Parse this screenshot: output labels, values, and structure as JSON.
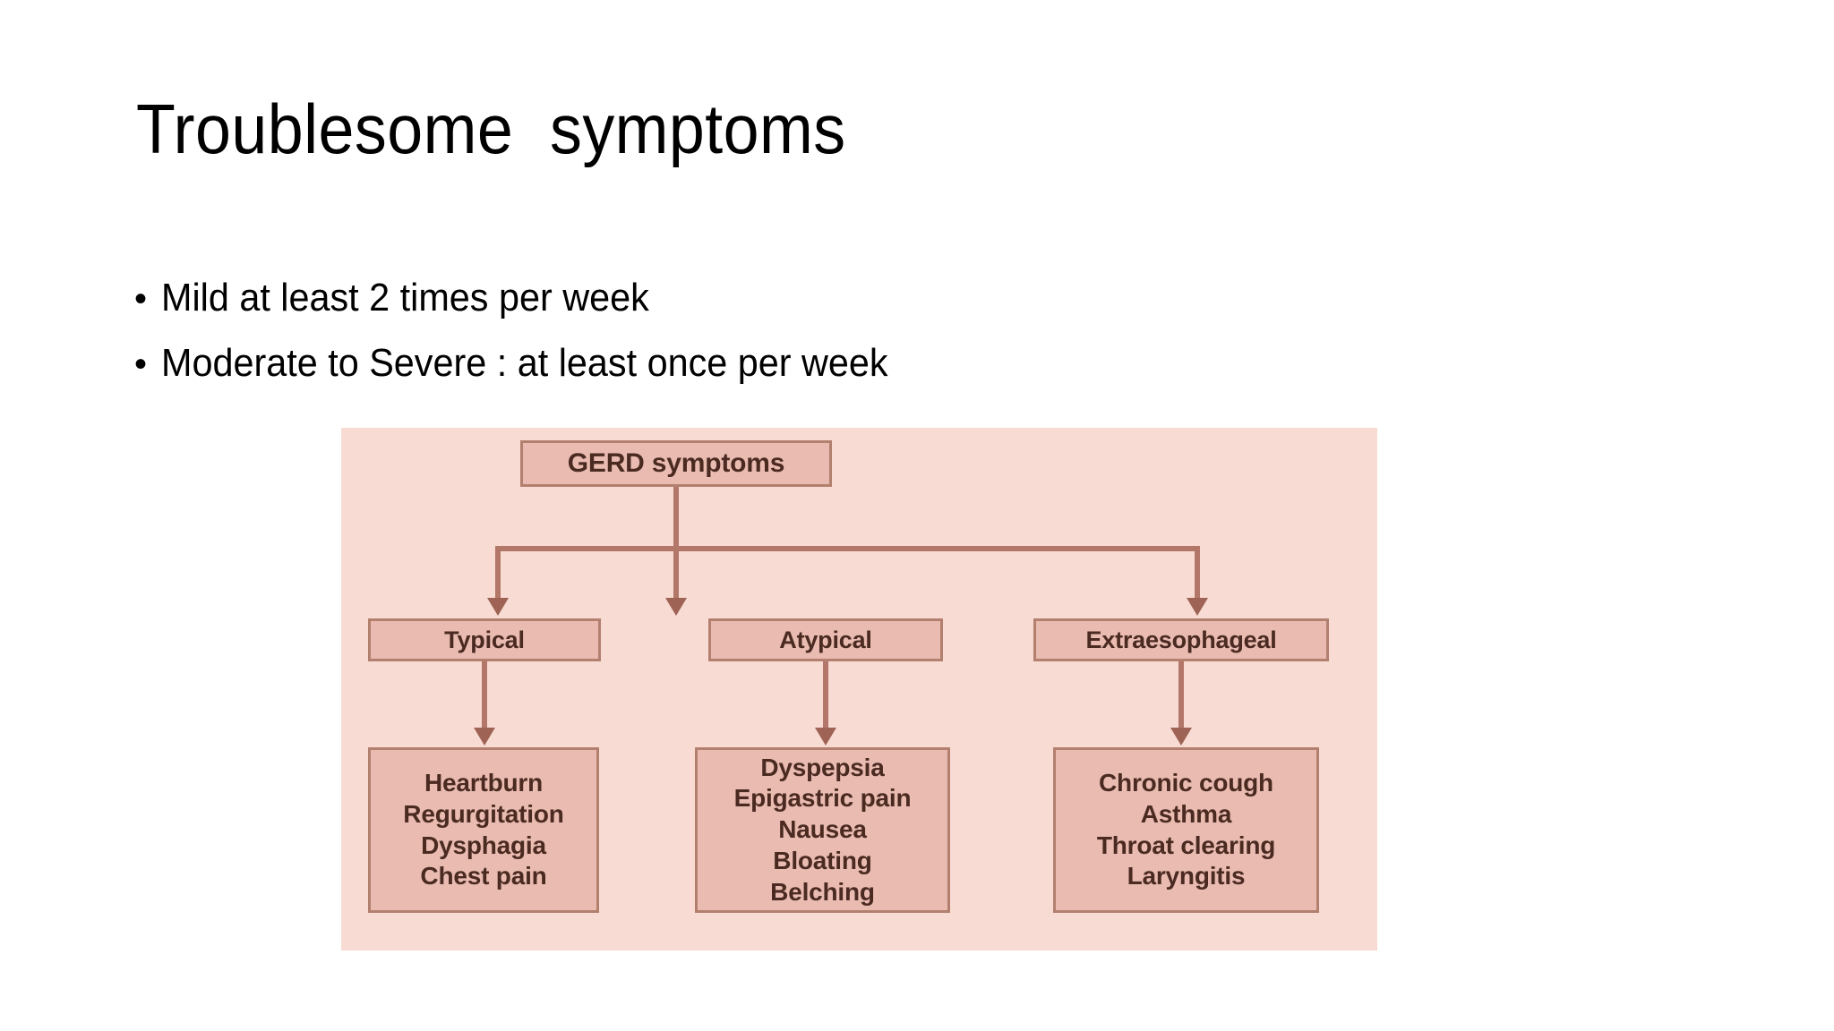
{
  "slide": {
    "title": "Troublesome  symptoms",
    "bullet_marker": "•",
    "bullets": [
      "Mild at least 2 times per week",
      "Moderate to Severe : at least once per week"
    ],
    "background_color": "#ffffff",
    "text_color": "#000000"
  },
  "figure": {
    "panel_background": "#f8dcd3",
    "node_fill": "#eabcb1",
    "node_border": "#b3806f",
    "node_text_color": "#4a2a21",
    "connector_color": "#b3776a",
    "root": "GERD symptoms",
    "categories": [
      {
        "id": "typical",
        "label": "Typical",
        "symptoms": [
          "Heartburn",
          "Regurgitation",
          "Dysphagia",
          "Chest pain"
        ],
        "symptoms_text": "Heartburn\nRegurgitation\nDysphagia\nChest pain"
      },
      {
        "id": "atypical",
        "label": "Atypical",
        "symptoms": [
          "Dyspepsia",
          "Epigastric pain",
          "Nausea",
          "Bloating",
          "Belching"
        ],
        "symptoms_text": "Dyspepsia\nEpigastric pain\nNausea\nBloating\nBelching"
      },
      {
        "id": "extraesophageal",
        "label": "Extraesophageal",
        "symptoms": [
          "Chronic cough",
          "Asthma",
          "Throat clearing",
          "Laryngitis"
        ],
        "symptoms_text": "Chronic cough\nAsthma\nThroat clearing\nLaryngitis"
      }
    ]
  }
}
